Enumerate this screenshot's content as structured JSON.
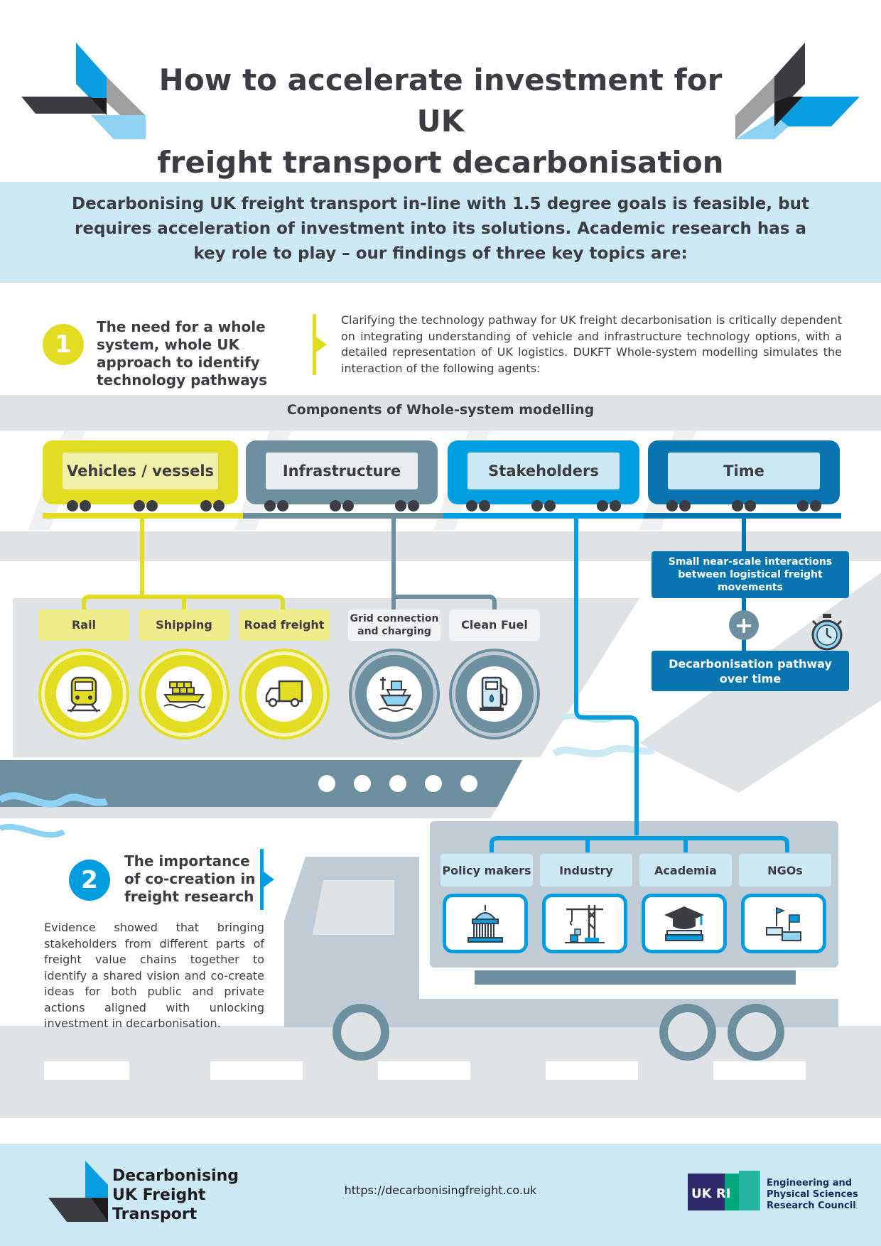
{
  "header": {
    "title_line1": "How to accelerate investment for UK",
    "title_line2": "freight transport decarbonisation"
  },
  "intro": {
    "text": "Decarbonising UK freight transport in-line with 1.5 degree goals is feasible, but requires acceleration of investment into its solutions. Academic research has a key role to play – our findings of three key topics are:"
  },
  "section1": {
    "number": "1",
    "title": "The need for a whole system, whole UK approach to identify technology pathways",
    "body": "Clarifying the technology pathway for UK freight decarbonisation is critically dependent on integrating understanding of vehicle and infrastructure technology options, with a detailed representation of UK logistics. DUKFT Whole-system modelling simulates the interaction of the following agents:"
  },
  "model": {
    "title": "Components of Whole-system modelling",
    "cars": [
      "Vehicles / vessels",
      "Infrastructure",
      "Stakeholders",
      "Time"
    ],
    "vehicles": [
      "Rail",
      "Shipping",
      "Road freight"
    ],
    "infrastructure": [
      "Grid connection and charging",
      "Clean Fuel"
    ],
    "time_top": "Small near-scale interactions between logistical freight movements",
    "time_plus": "+",
    "time_bottom": "Decarbonisation pathway over time",
    "stakeholders": [
      "Policy makers",
      "Industry",
      "Academia",
      "NGOs"
    ]
  },
  "section2": {
    "number": "2",
    "title": "The importance of co-creation in freight research",
    "body": "Evidence showed that bringing stakeholders from different parts of freight value chains together to identify a shared vision and co-create ideas for both public and private actions aligned with unlocking investment in decarbonisation."
  },
  "footer": {
    "org_line1": "Decarbonising",
    "org_line2": "UK Freight",
    "org_line3": "Transport",
    "url": "https://decarbonisingfreight.co.uk",
    "ukri_text": "UK RI",
    "council_line1": "Engineering and",
    "council_line2": "Physical Sciences",
    "council_line3": "Research Council"
  },
  "colors": {
    "yellow": "#e3dd22",
    "slate": "#6e8fa0",
    "blue": "#009de0",
    "dark_blue": "#0875b1",
    "light_blue": "#cde9f5",
    "grey": "#dfe3e6"
  },
  "icons": [
    "train-icon",
    "cargo-ship-icon",
    "truck-icon",
    "ship-charging-icon",
    "fuel-pump-icon",
    "parliament-icon",
    "crane-icon",
    "graduation-cap-icon",
    "hands-flags-icon",
    "stopwatch-icon"
  ]
}
